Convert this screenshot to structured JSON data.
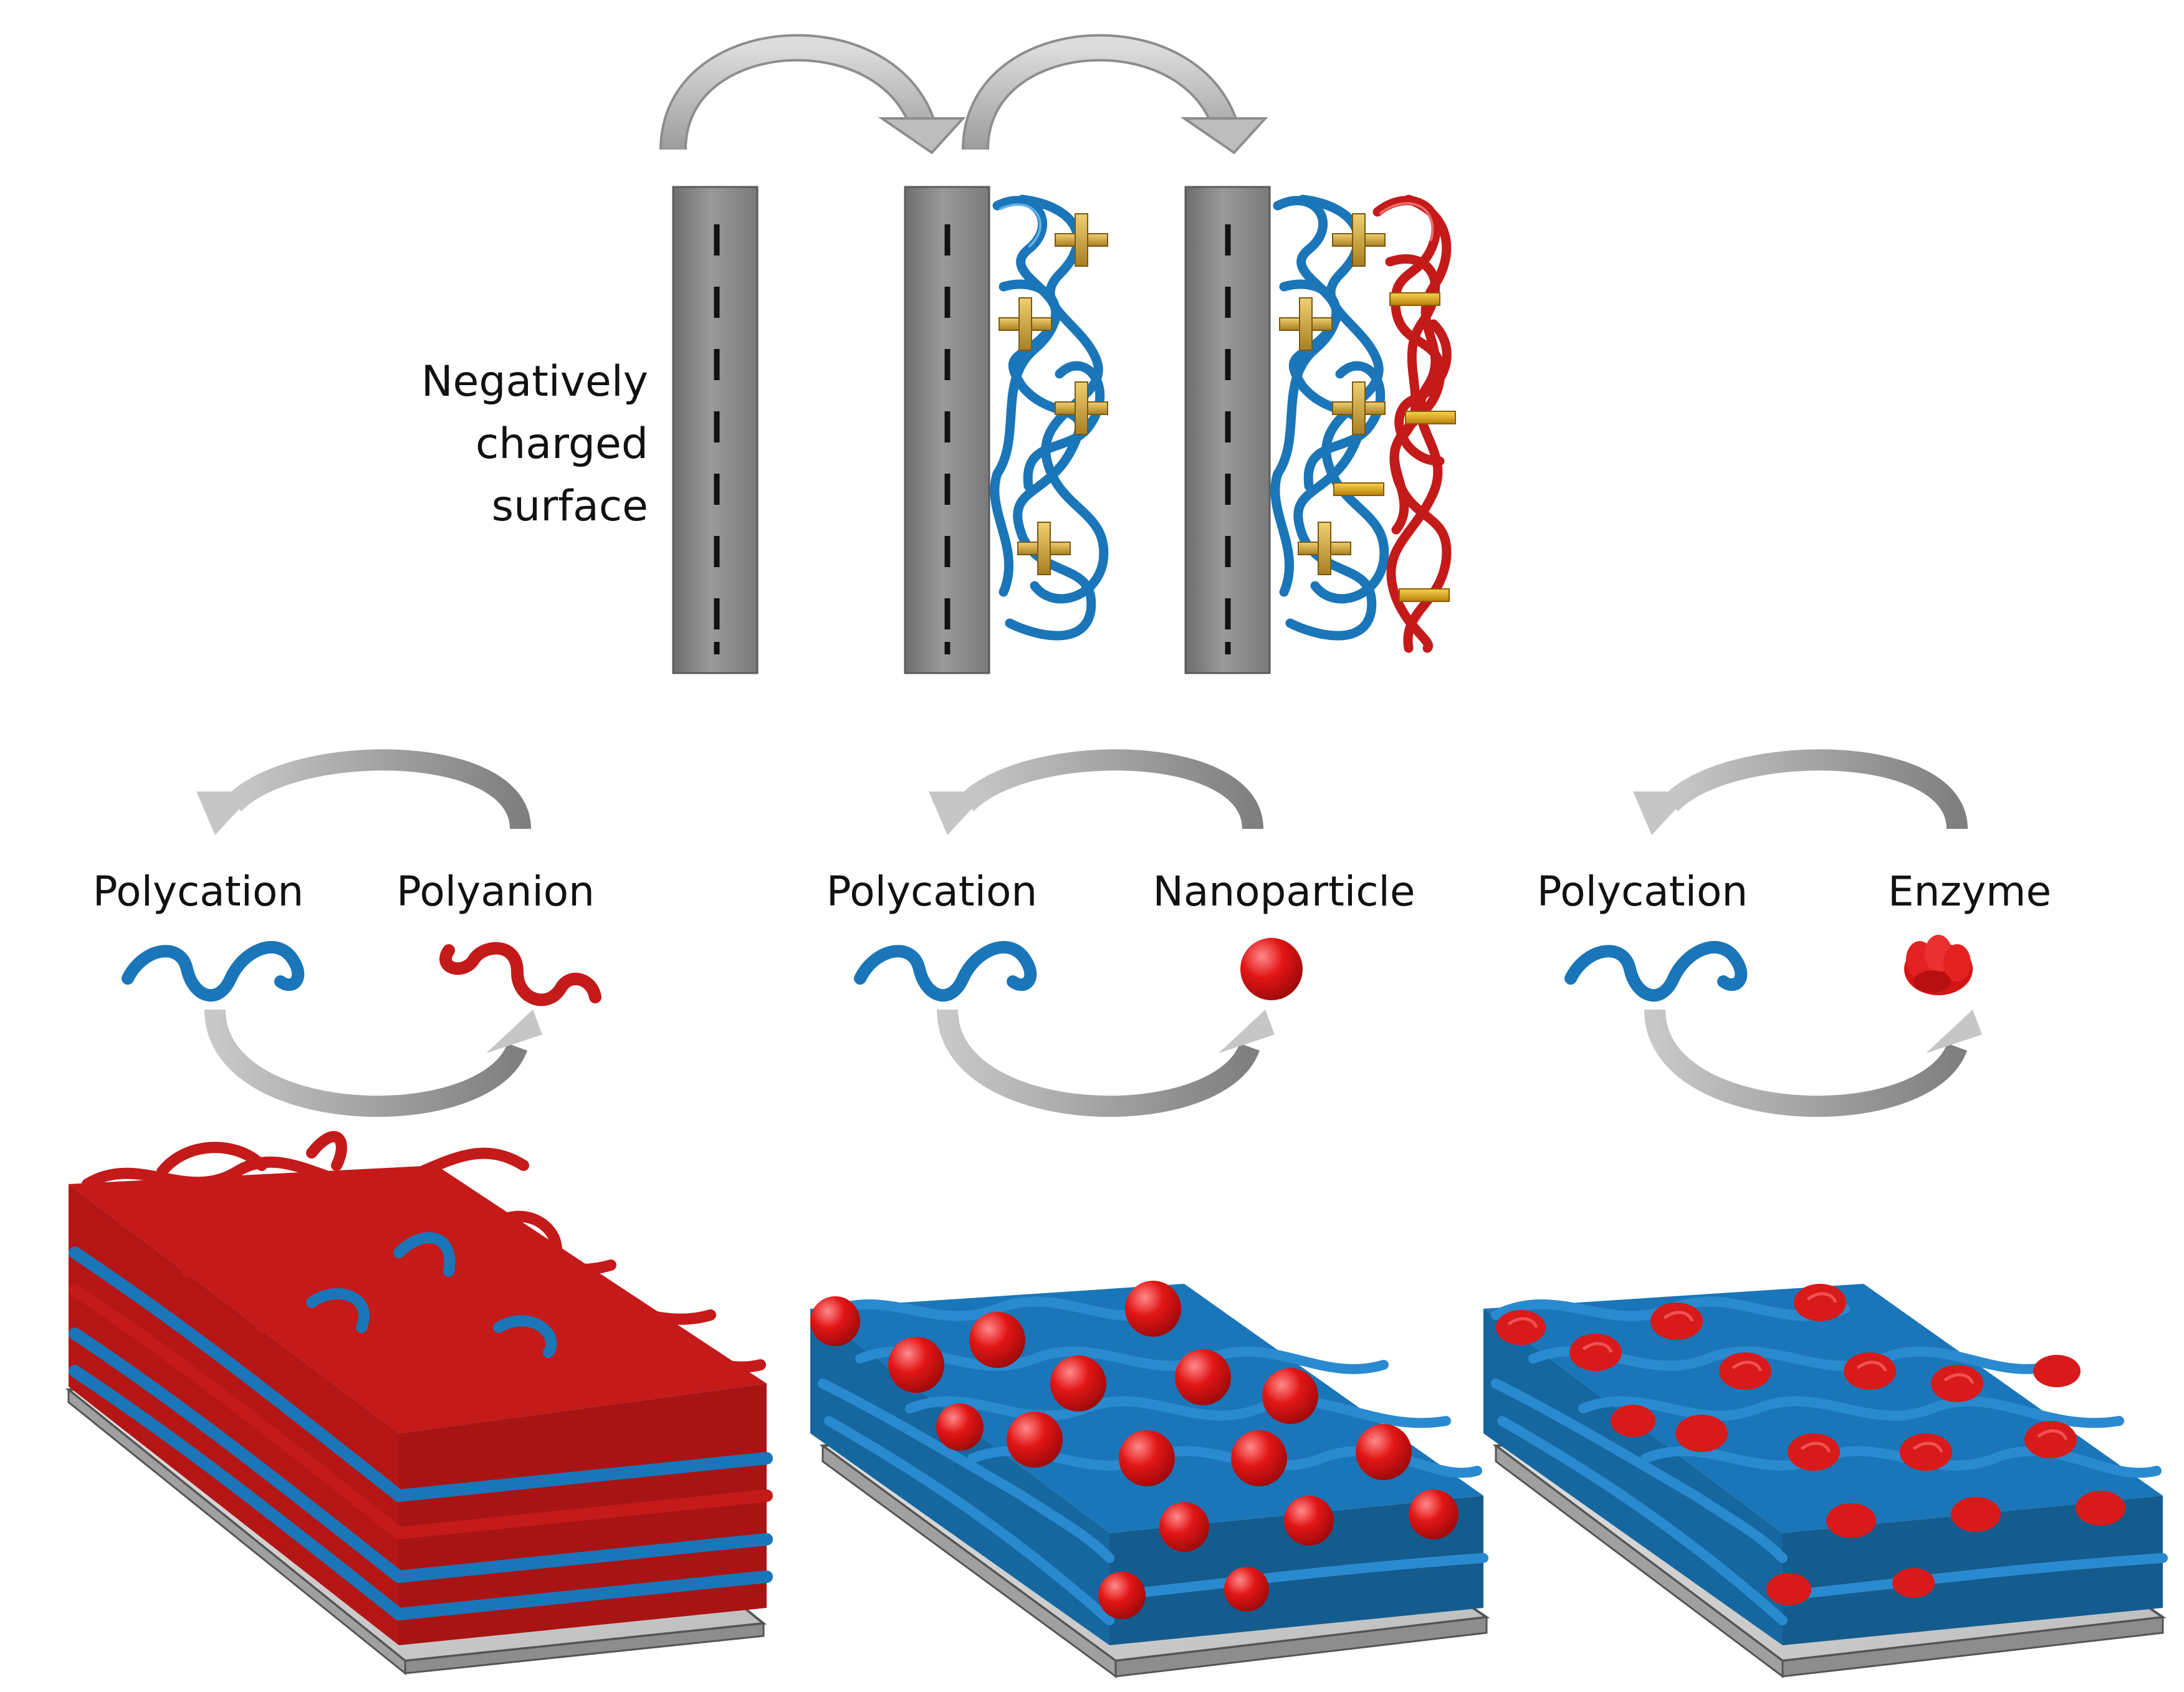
{
  "labels": {
    "surface": [
      "Negatively",
      "charged",
      "surface"
    ],
    "pair1": {
      "left": "Polycation",
      "right": "Polyanion"
    },
    "pair2": {
      "left": "Polycation",
      "right": "Nanoparticle"
    },
    "pair3": {
      "left": "Polycation",
      "right": "Enzyme"
    }
  },
  "colors": {
    "polycation": "#1a76b8",
    "polyanion": "#c41a1a",
    "substrate": "#8f8f8f",
    "arrow": "#a8a8a8",
    "charge_symbol": "#c9a445"
  }
}
